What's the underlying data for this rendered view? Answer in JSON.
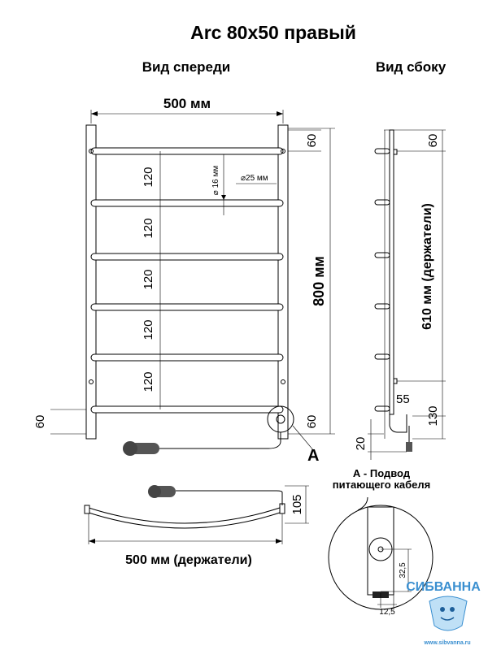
{
  "title": "Arc 80x50 правый",
  "views": {
    "front": "Вид спереди",
    "side": "Вид сбоку"
  },
  "front": {
    "width_label": "500 мм",
    "height_label": "800 мм",
    "top_offset": "60",
    "bottom_offset": "60",
    "left_bottom_offset": "60",
    "spacings": [
      "120",
      "120",
      "120",
      "120",
      "120"
    ],
    "tube_small": "16 мм",
    "tube_large": "25 мм",
    "callout": "А"
  },
  "side": {
    "top_offset": "60",
    "mount_label": "610 мм (держатели)",
    "dim_55": "55",
    "dim_130": "130",
    "dim_20": "20"
  },
  "top_view": {
    "depth": "105",
    "width_label": "500 мм (держатели)"
  },
  "detail": {
    "title_line1": "А - Подвод",
    "title_line2": "питающего кабеля",
    "dim_vertical": "32,5",
    "dim_horizontal": "12,5"
  },
  "brand": {
    "name": "СИБВАННА",
    "url": "www.sibvanna.ru",
    "color": "#3a8fd0"
  }
}
